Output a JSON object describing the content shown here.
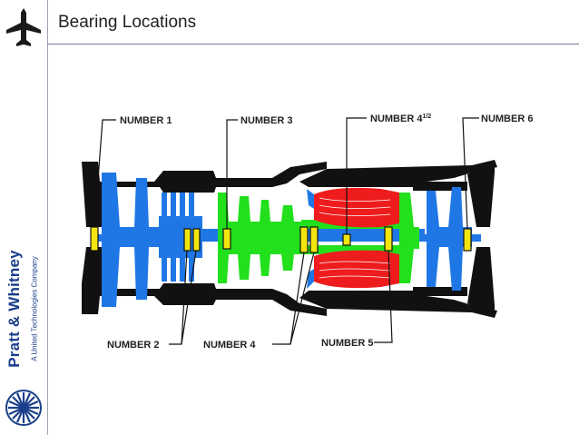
{
  "header": {
    "title": "Bearing Locations"
  },
  "brand": {
    "name": "Pratt & Whitney",
    "tagline": "A United Technologies Company"
  },
  "labels": {
    "n1": "NUMBER  1",
    "n3": "NUMBER  3",
    "n4half": "NUMBER  4",
    "n4half_frac": "1/2",
    "n6": "NUMBER  6",
    "n2": "NUMBER  2",
    "n4": "NUMBER  4",
    "n5": "NUMBER  5"
  },
  "colors": {
    "low_pressure": "#1f77e6",
    "high_pressure": "#22e01c",
    "combustor": "#ee1c1c",
    "bearing": "#f3e60f",
    "shaft": "#1f77e6"
  }
}
